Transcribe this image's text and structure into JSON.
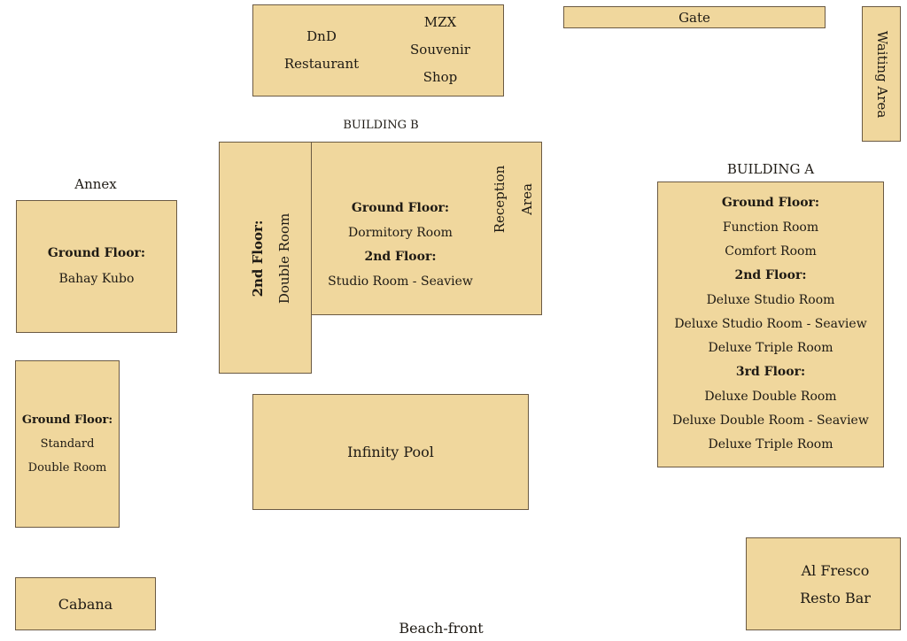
{
  "top": {
    "dnd": [
      "DnD",
      "Restaurant"
    ],
    "mzx": [
      "MZX",
      "Souvenir",
      "Shop"
    ],
    "gate": "Gate",
    "waiting_area": "Waiting Area"
  },
  "building_b": {
    "title": "BUILDING B",
    "wing": {
      "heading": "2nd Floor:",
      "room": "Double Room"
    },
    "ground_heading": "Ground Floor:",
    "ground_room": "Dormitory Room",
    "second_heading": "2nd Floor:",
    "second_room": "Studio Room - Seaview",
    "reception": [
      "Reception",
      "Area"
    ]
  },
  "annex": {
    "title": "Annex",
    "heading": "Ground Floor:",
    "room": "Bahay Kubo"
  },
  "standard": {
    "heading": "Ground Floor:",
    "rooms": [
      "Standard",
      "Double Room"
    ]
  },
  "building_a": {
    "title": "BUILDING A",
    "lines": [
      {
        "text": "Ground Floor:",
        "bold": true
      },
      {
        "text": "Function Room"
      },
      {
        "text": "Comfort Room"
      },
      {
        "text": "2nd Floor:",
        "bold": true
      },
      {
        "text": "Deluxe Studio Room"
      },
      {
        "text": "Deluxe Studio Room - Seaview"
      },
      {
        "text": "Deluxe Triple Room"
      },
      {
        "text": "3rd Floor:",
        "bold": true
      },
      {
        "text": "Deluxe Double Room"
      },
      {
        "text": "Deluxe Double Room - Seaview"
      },
      {
        "text": "Deluxe Triple Room"
      }
    ]
  },
  "pool": "Infinity Pool",
  "cabana": "Cabana",
  "al_fresco": [
    "Al Fresco",
    "Resto Bar"
  ],
  "beach_front": "Beach-front",
  "colors": {
    "fill": "#f0d79d",
    "border": "#6b5a43"
  }
}
